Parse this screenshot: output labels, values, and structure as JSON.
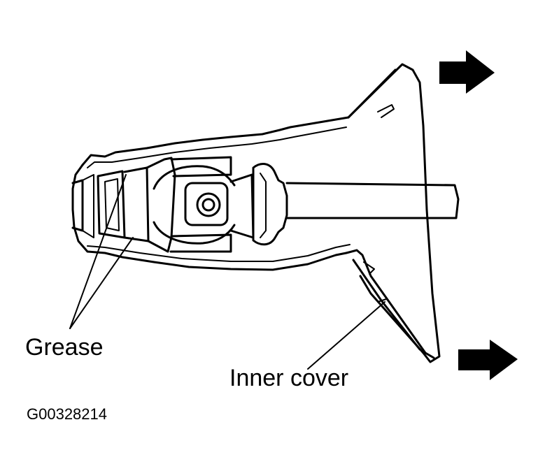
{
  "labels": {
    "grease": "Grease",
    "inner_cover": "Inner cover",
    "figure_id": "G00328214"
  },
  "colors": {
    "ink": "#000000",
    "background": "#ffffff"
  }
}
